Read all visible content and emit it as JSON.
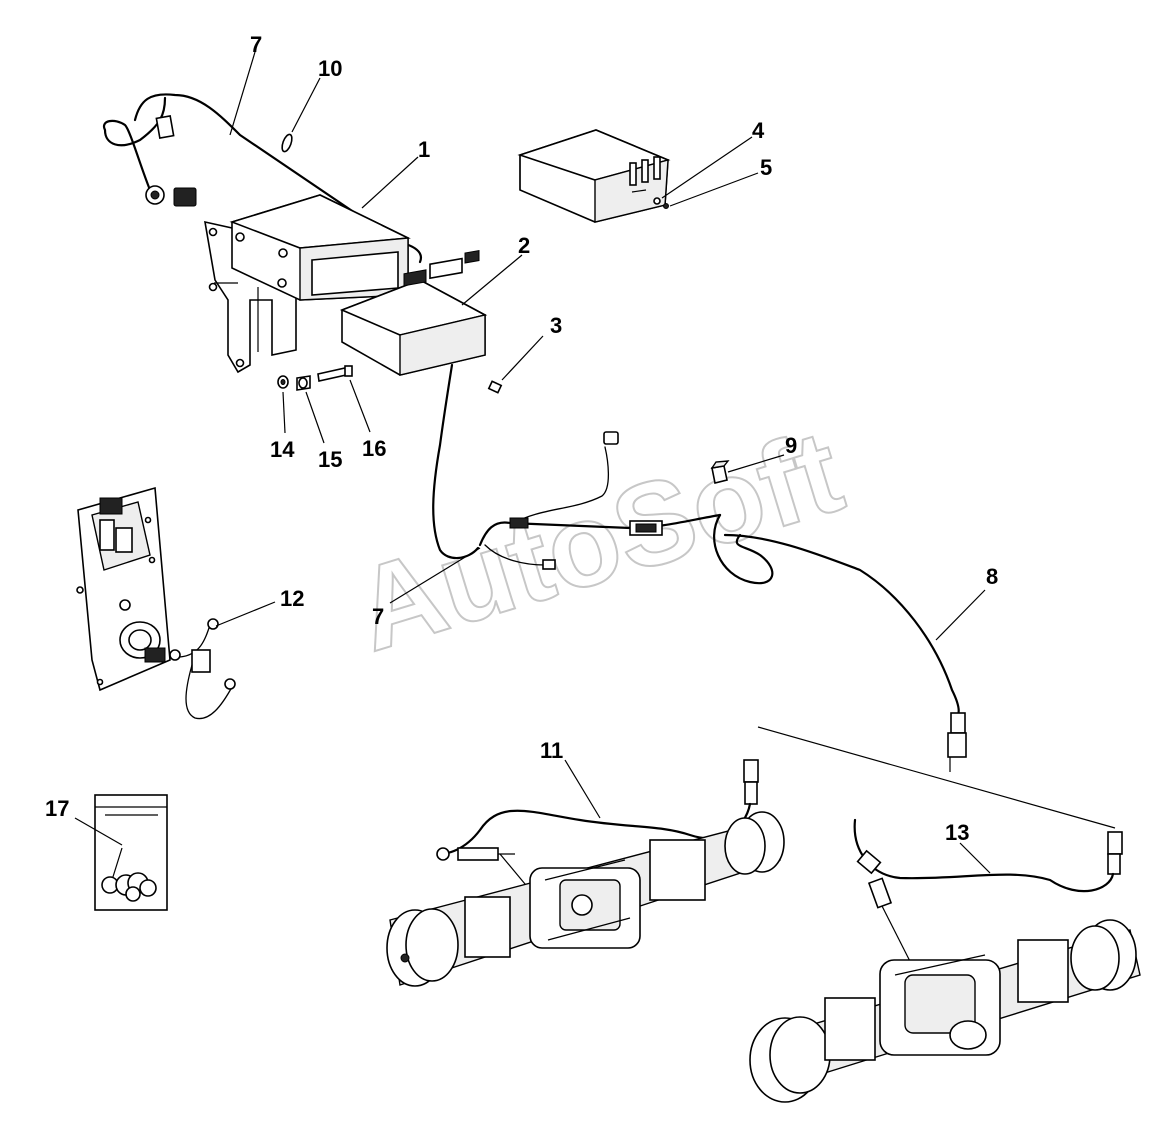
{
  "watermark": "AutoSoft",
  "callouts": {
    "c1": "1",
    "c2": "2",
    "c3": "3",
    "c4": "4",
    "c5": "5",
    "c7a": "7",
    "c7b": "7",
    "c8": "8",
    "c9": "9",
    "c10": "10",
    "c11": "11",
    "c12": "12",
    "c13": "13",
    "c14": "14",
    "c15": "15",
    "c16": "16",
    "c17": "17"
  }
}
